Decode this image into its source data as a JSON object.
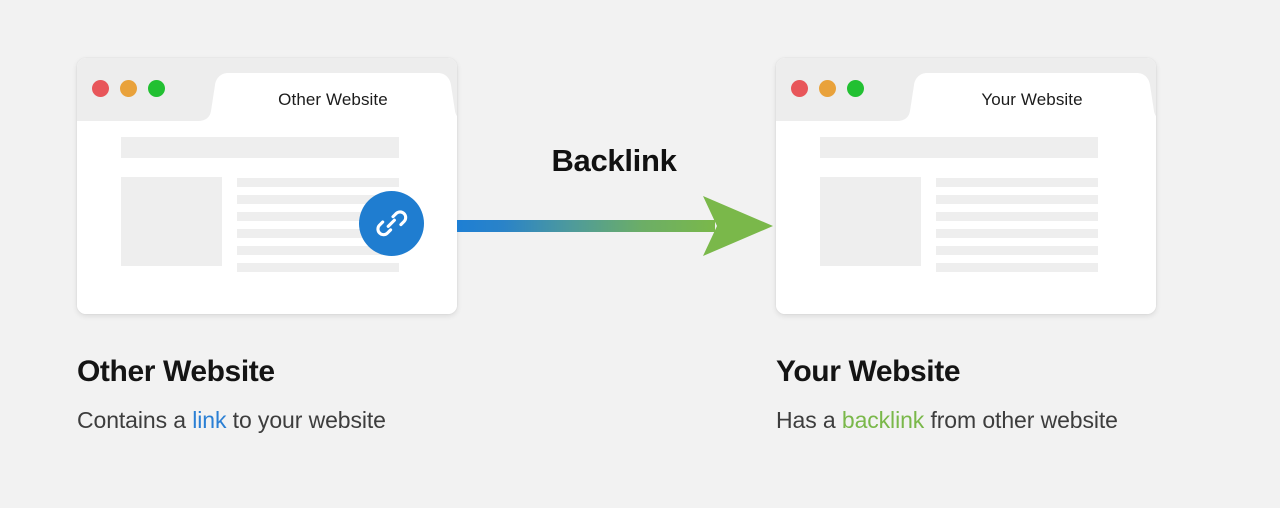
{
  "background_color": "#f2f2f2",
  "center": {
    "title": "Backlink",
    "arrow": {
      "name": "arrow-right",
      "gradient_start": "#1e7fd4",
      "gradient_end": "#7ab84a",
      "direction": "left-to-right"
    }
  },
  "windows": [
    {
      "id": "other-website",
      "tab_title": "Other Website",
      "traffic_lights": [
        {
          "name": "close-dot",
          "color": "#e8565a"
        },
        {
          "name": "minimize-dot",
          "color": "#e9a23b"
        },
        {
          "name": "maximize-dot",
          "color": "#22c032"
        }
      ],
      "content": {
        "header_block": true,
        "image_block": true,
        "text_lines": 6,
        "skeleton_color": "#eeeeee"
      },
      "badge": {
        "name": "link-icon",
        "color": "#1f7dd0",
        "glyph": "chain-link"
      }
    },
    {
      "id": "your-website",
      "tab_title": "Your Website",
      "traffic_lights": [
        {
          "name": "close-dot",
          "color": "#e8565a"
        },
        {
          "name": "minimize-dot",
          "color": "#e9a23b"
        },
        {
          "name": "maximize-dot",
          "color": "#22c032"
        }
      ],
      "content": {
        "header_block": true,
        "image_block": true,
        "text_lines": 6,
        "skeleton_color": "#eeeeee"
      },
      "badge": null
    }
  ],
  "captions": [
    {
      "id": "caption-other",
      "title": "Other Website",
      "sub_before": "Contains a ",
      "sub_highlight": "link",
      "sub_after": " to your website",
      "highlight_color": "#2a7fd4"
    },
    {
      "id": "caption-your",
      "title": "Your Website",
      "sub_before": "Has a ",
      "sub_highlight": "backlink",
      "sub_after": " from other website",
      "highlight_color": "#7ab84a"
    }
  ]
}
